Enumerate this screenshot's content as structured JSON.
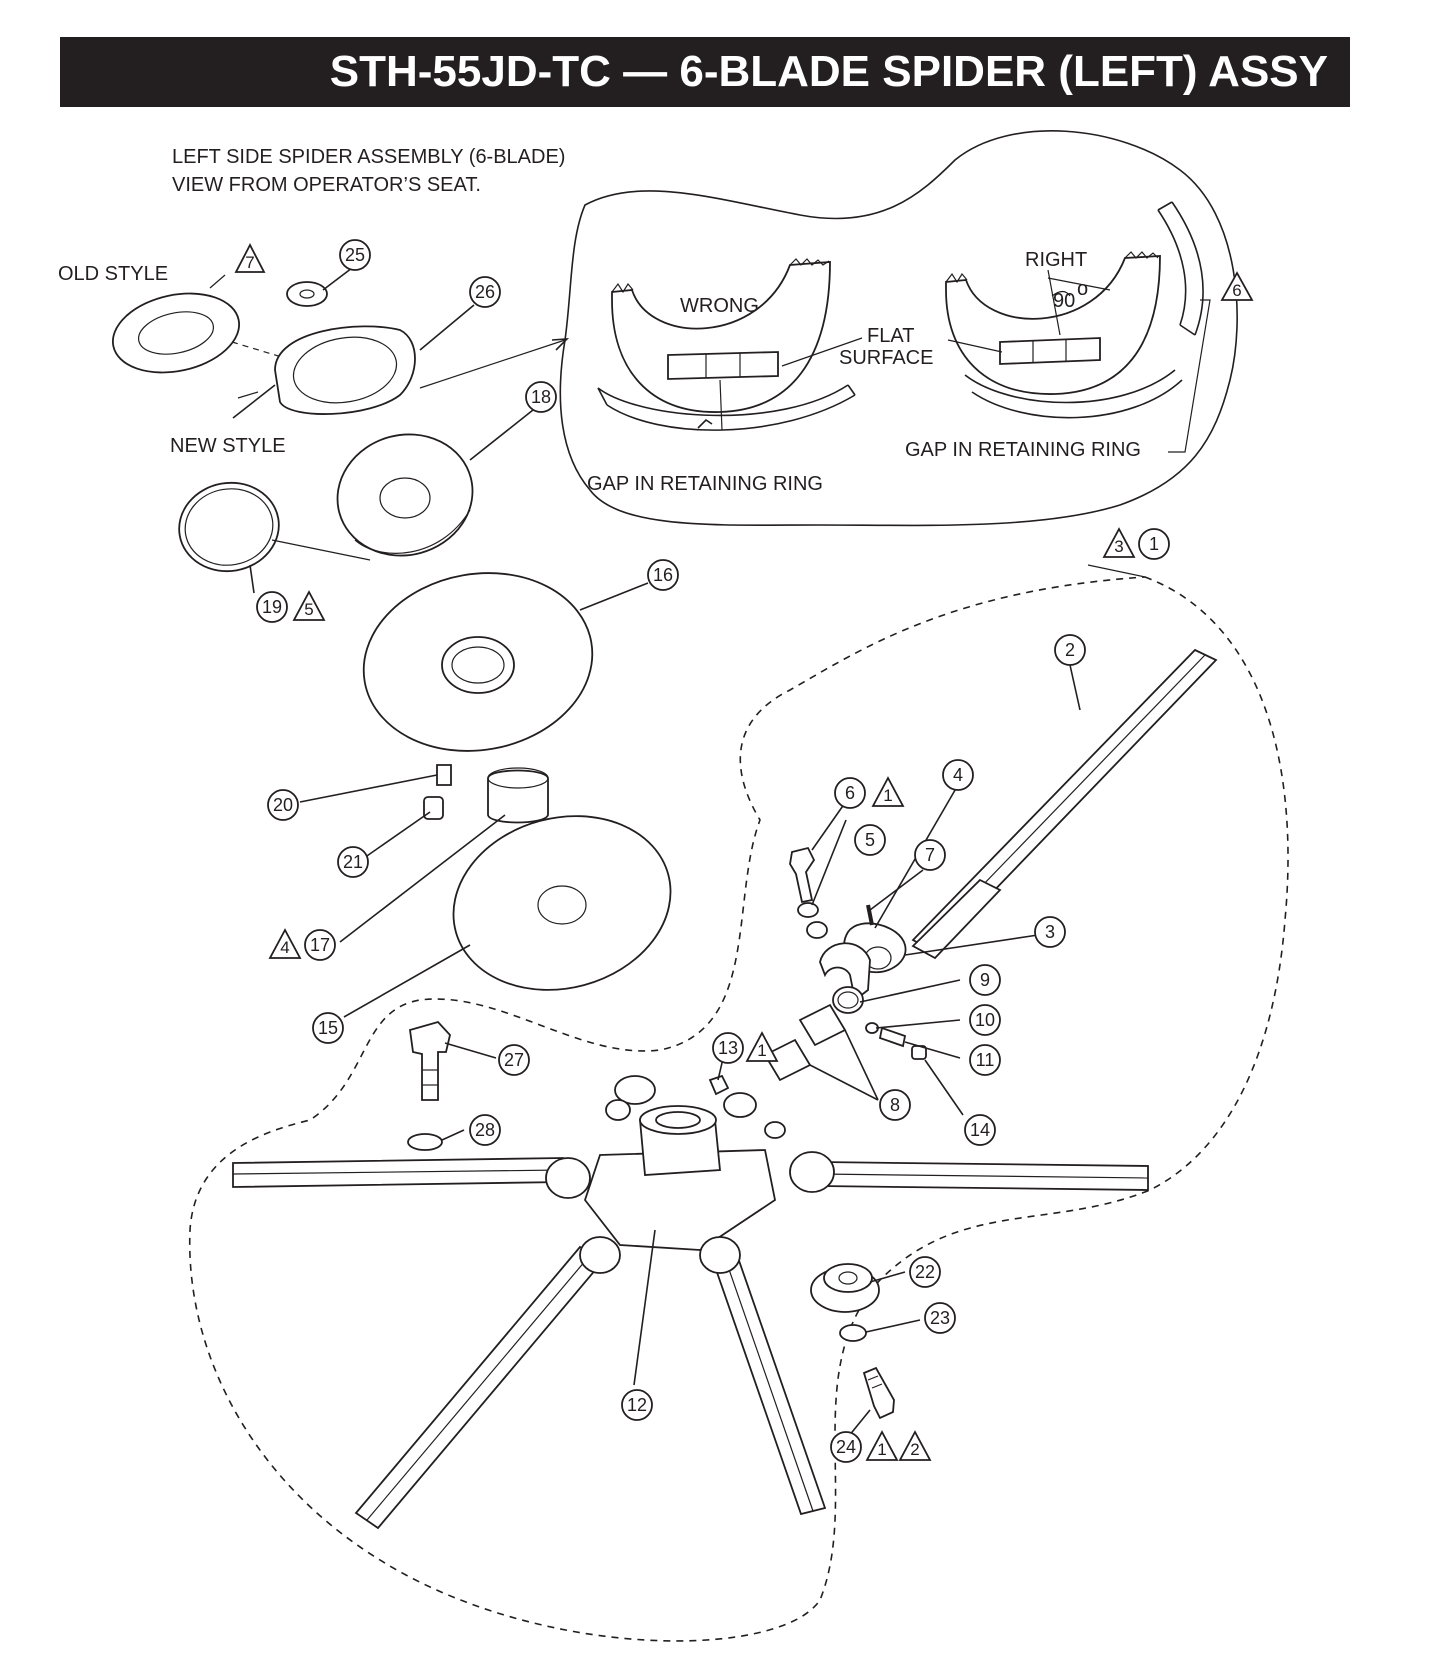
{
  "header": {
    "title": "STH-55JD-TC — 6-BLADE SPIDER (LEFT) ASSY"
  },
  "notes": {
    "assembly_line1": "LEFT SIDE SPIDER ASSEMBLY (6-BLADE)",
    "assembly_line2": "VIEW FROM OPERATOR’S SEAT."
  },
  "labels": {
    "old_style": "OLD STYLE",
    "new_style": "NEW STYLE",
    "wrong": "WRONG",
    "right": "RIGHT",
    "flat_surface_1": "FLAT",
    "flat_surface_2": "SURFACE",
    "angle": "90",
    "degree": "o",
    "gap_left": "GAP IN RETAINING RING",
    "gap_right": "GAP IN RETAINING RING"
  },
  "callouts": [
    "1",
    "2",
    "3",
    "4",
    "5",
    "6",
    "7",
    "8",
    "9",
    "10",
    "11",
    "12",
    "13",
    "14",
    "15",
    "16",
    "17",
    "18",
    "19",
    "20",
    "21",
    "22",
    "23",
    "24",
    "25",
    "26",
    "27",
    "28"
  ],
  "note_flags": [
    "1",
    "2",
    "3",
    "4",
    "5",
    "6",
    "7"
  ],
  "colors": {
    "ink": "#231f20",
    "title_bg": "#231f20",
    "title_text": "#ffffff"
  }
}
